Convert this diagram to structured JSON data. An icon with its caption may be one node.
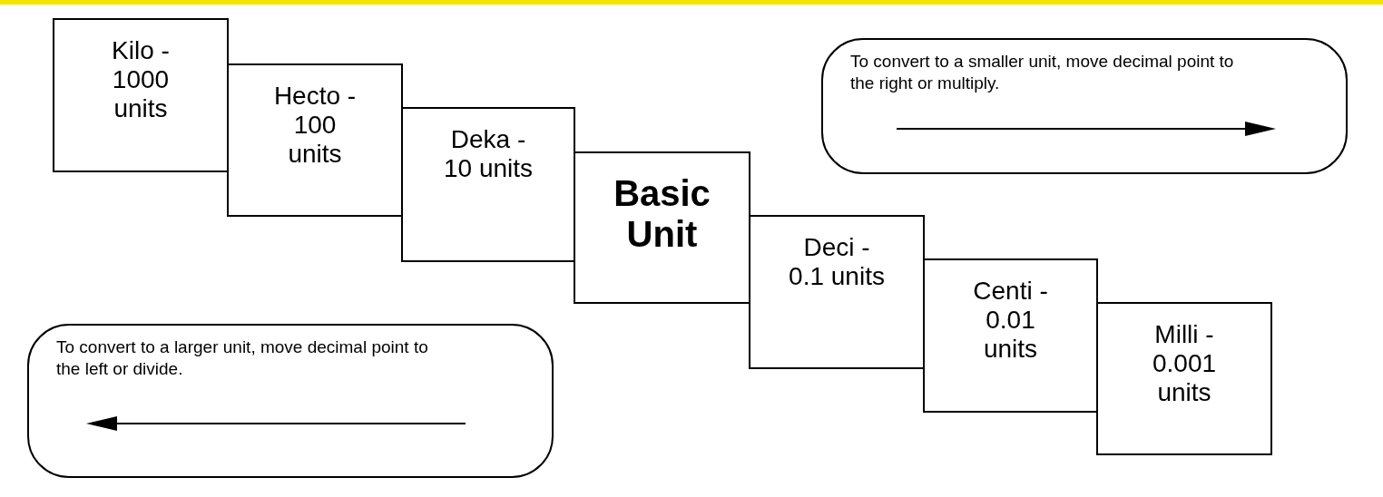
{
  "diagram": {
    "nodes": [
      {
        "text": [
          "Kilo - 1000 units"
        ]
      },
      {
        "text": [
          "Hecto - 100 units"
        ]
      },
      {
        "text": [
          "Deka - 10 units"
        ]
      },
      {
        "text": [
          "Basic Unit"
        ]
      },
      {
        "text": [
          "Deci - 0.1 units"
        ]
      },
      {
        "text": [
          "Centi - 0.01 units"
        ]
      },
      {
        "text": [
          "Milli - 0.001 units"
        ]
      },
      {
        "text": [
          "To convert to a smaller unit, move decimal point to the right or multiply."
        ]
      },
      {
        "text": [
          "To convert to a larger unit, move decimal point to the left or divide."
        ]
      }
    ],
    "edges": []
  }
}
